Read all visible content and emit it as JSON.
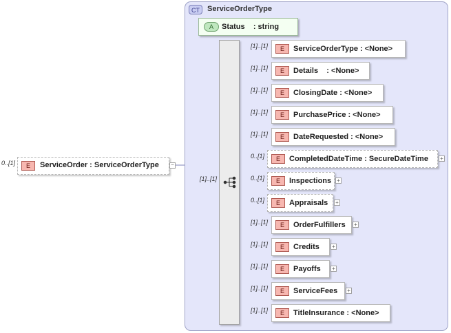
{
  "complex_type": {
    "badge": "CT",
    "name": "ServiceOrderType"
  },
  "attribute": {
    "badge": "A",
    "label": "Status    : string"
  },
  "root": {
    "badge": "E",
    "cardinality": "0..[1]",
    "label": "ServiceOrder : ServiceOrderType"
  },
  "sequence": {
    "cardinality": "[1]..[1]"
  },
  "elements": [
    {
      "badge": "E",
      "cardinality": "[1]..[1]",
      "label": "ServiceOrderType : <None>",
      "optional": false,
      "expandable": false
    },
    {
      "badge": "E",
      "cardinality": "[1]..[1]",
      "label": "Details    : <None>",
      "optional": false,
      "expandable": false
    },
    {
      "badge": "E",
      "cardinality": "[1]..[1]",
      "label": "ClosingDate : <None>",
      "optional": false,
      "expandable": false
    },
    {
      "badge": "E",
      "cardinality": "[1]..[1]",
      "label": "PurchasePrice : <None>",
      "optional": false,
      "expandable": false
    },
    {
      "badge": "E",
      "cardinality": "[1]..[1]",
      "label": "DateRequested : <None>",
      "optional": false,
      "expandable": false
    },
    {
      "badge": "E",
      "cardinality": "0..[1]",
      "label": "CompletedDateTime : SecureDateTime",
      "optional": true,
      "expandable": true
    },
    {
      "badge": "E",
      "cardinality": "0..[1]",
      "label": "Inspections",
      "optional": true,
      "expandable": true
    },
    {
      "badge": "E",
      "cardinality": "0..[1]",
      "label": "Appraisals",
      "optional": true,
      "expandable": true
    },
    {
      "badge": "E",
      "cardinality": "[1]..[1]",
      "label": "OrderFulfillers",
      "optional": false,
      "expandable": true
    },
    {
      "badge": "E",
      "cardinality": "[1]..[1]",
      "label": "Credits",
      "optional": false,
      "expandable": true
    },
    {
      "badge": "E",
      "cardinality": "[1]..[1]",
      "label": "Payoffs",
      "optional": false,
      "expandable": true
    },
    {
      "badge": "E",
      "cardinality": "[1]..[1]",
      "label": "ServiceFees",
      "optional": false,
      "expandable": true
    },
    {
      "badge": "E",
      "cardinality": "[1]..[1]",
      "label": "TitleInsurance : <None>",
      "optional": false,
      "expandable": false
    }
  ],
  "colors": {
    "panel": "#e4e6fa",
    "element_badge": "#f7b7b0",
    "attribute_badge": "#bfe7bf",
    "lines": "#7c80b8"
  }
}
